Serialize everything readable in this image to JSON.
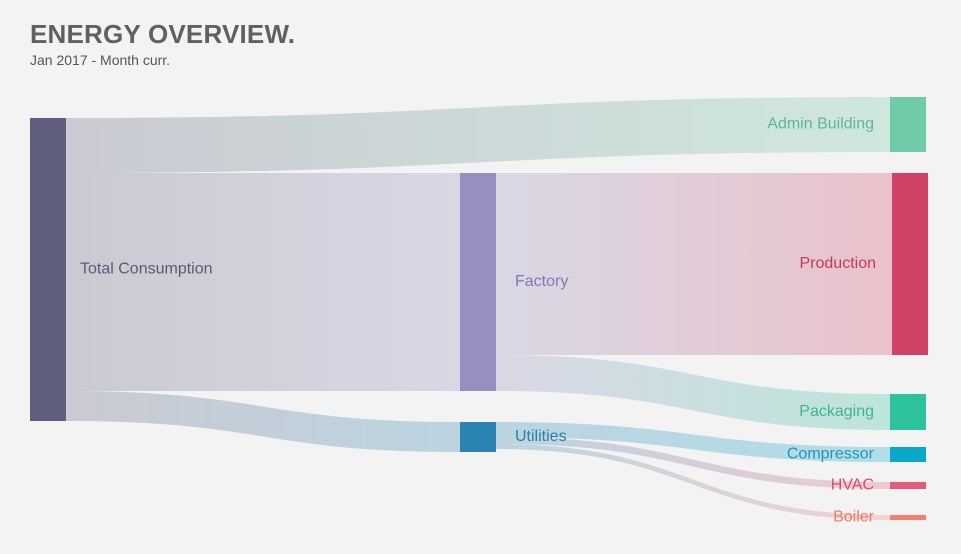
{
  "header": {
    "title": "ENERGY OVERVIEW.",
    "subtitle": "Jan 2017 - Month curr."
  },
  "colors": {
    "background": "#f3f3f3",
    "total": "#5f5f7d",
    "factory": "#978fc1",
    "utilities": "#2a83b1",
    "admin": "#70cba9",
    "production": "#cf4263",
    "packaging": "#2dc29e",
    "compressor": "#07a8c9",
    "hvac": "#e25c7a",
    "boiler": "#f3806f"
  },
  "nodes": [
    {
      "id": "total",
      "label": "Total Consumption"
    },
    {
      "id": "factory",
      "label": "Factory"
    },
    {
      "id": "utilities",
      "label": "Utilities"
    },
    {
      "id": "admin",
      "label": "Admin Building"
    },
    {
      "id": "production",
      "label": "Production"
    },
    {
      "id": "packaging",
      "label": "Packaging"
    },
    {
      "id": "compressor",
      "label": "Compressor"
    },
    {
      "id": "hvac",
      "label": "HVAC"
    },
    {
      "id": "boiler",
      "label": "Boiler"
    }
  ],
  "links": [
    {
      "source": "total",
      "target": "admin",
      "value": 55
    },
    {
      "source": "total",
      "target": "factory",
      "value": 218
    },
    {
      "source": "total",
      "target": "utilities",
      "value": 30
    },
    {
      "source": "factory",
      "target": "production",
      "value": 182
    },
    {
      "source": "factory",
      "target": "packaging",
      "value": 36
    },
    {
      "source": "utilities",
      "target": "compressor",
      "value": 15
    },
    {
      "source": "utilities",
      "target": "hvac",
      "value": 7
    },
    {
      "source": "utilities",
      "target": "boiler",
      "value": 5
    }
  ]
}
